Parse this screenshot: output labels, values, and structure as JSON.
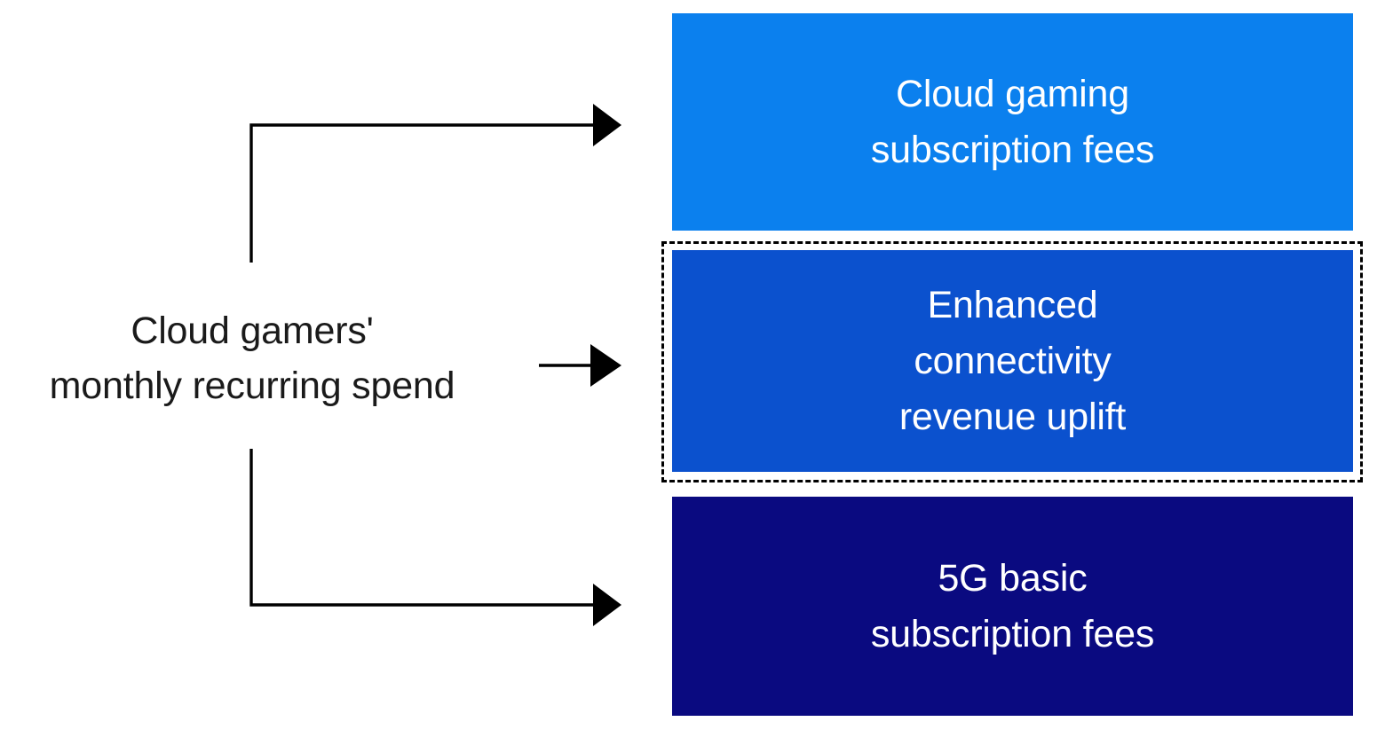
{
  "diagram": {
    "type": "flow-fanout",
    "background_color": "#ffffff",
    "source": {
      "name": "cloud-gamers-monthly-recurring-spend",
      "line1": "Cloud gamers'",
      "line2": "monthly recurring spend",
      "text_color": "#1a1a1a"
    },
    "nodes": [
      {
        "id": "cloud-gaming",
        "line1": "Cloud gaming",
        "line2": "subscription fees",
        "fill_color": "#0b80ee",
        "text_color": "#ffffff",
        "highlighted": false
      },
      {
        "id": "enhanced-connectivity",
        "line1": "Enhanced",
        "line2": "connectivity",
        "line3": "revenue uplift",
        "fill_color": "#0b51ce",
        "text_color": "#ffffff",
        "highlighted": true,
        "highlight_style": "dashed",
        "highlight_color": "#000000"
      },
      {
        "id": "5g-basic",
        "line1": "5G basic",
        "line2": "subscription fees",
        "fill_color": "#0a0a80",
        "text_color": "#ffffff",
        "highlighted": false
      }
    ],
    "connectors": {
      "stroke_color": "#000000",
      "count": 3,
      "arrow_targets": [
        "cloud-gaming",
        "enhanced-connectivity",
        "5g-basic"
      ]
    }
  }
}
